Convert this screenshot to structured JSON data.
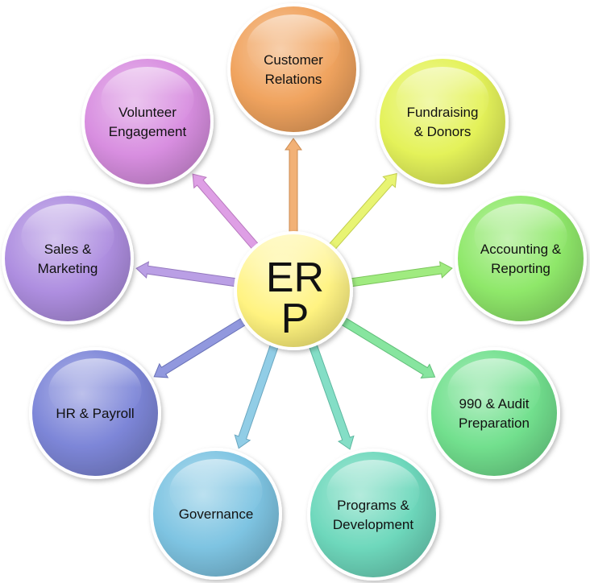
{
  "center": {
    "line1": "ER",
    "line2": "P",
    "color": "#fff27a"
  },
  "nodes": [
    {
      "id": "customer-relations",
      "lines": [
        "Customer",
        "Relations"
      ],
      "color": "#f0a35e"
    },
    {
      "id": "fundraising-donors",
      "lines": [
        "Fundraising",
        "& Donors"
      ],
      "color": "#e4f25a"
    },
    {
      "id": "accounting-reporting",
      "lines": [
        "Accounting &",
        "Reporting"
      ],
      "color": "#8fe86a"
    },
    {
      "id": "audit-preparation",
      "lines": [
        "990 & Audit",
        "Preparation"
      ],
      "color": "#72e08e"
    },
    {
      "id": "programs-development",
      "lines": [
        "Programs &",
        "Development"
      ],
      "color": "#6ed8bc"
    },
    {
      "id": "governance",
      "lines": [
        "Governance"
      ],
      "color": "#7ec4e2"
    },
    {
      "id": "hr-payroll",
      "lines": [
        "HR & Payroll"
      ],
      "color": "#7d86d8"
    },
    {
      "id": "sales-marketing",
      "lines": [
        "Sales &",
        "Marketing"
      ],
      "color": "#ae8ee0"
    },
    {
      "id": "volunteer-engagement",
      "lines": [
        "Volunteer",
        "Engagement"
      ],
      "color": "#d88ee0"
    }
  ]
}
